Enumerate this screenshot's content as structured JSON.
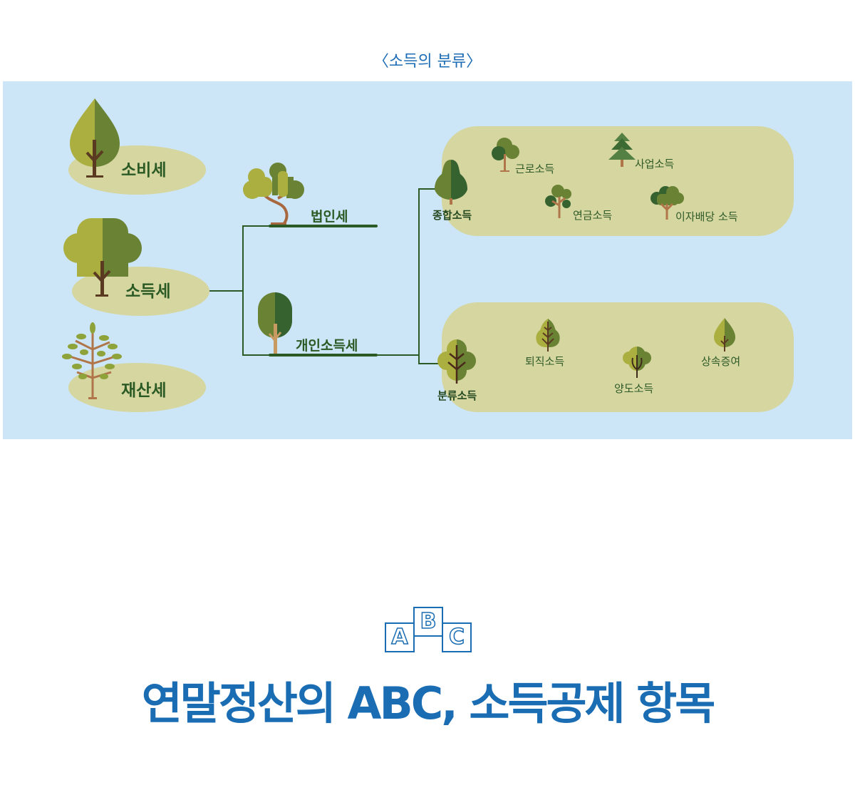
{
  "caption": "〈소득의 분류〉",
  "taxes": {
    "consumption": "소비세",
    "income": "소득세",
    "property": "재산세"
  },
  "income_tax_branches": {
    "corporate": "법인세",
    "personal": "개인소득세"
  },
  "personal_branches": {
    "comprehensive": {
      "label": "종합소득",
      "items": [
        "근로소득",
        "사업소득",
        "연금소득",
        "이자배당 소득"
      ]
    },
    "separate": {
      "label": "분류소득",
      "items": [
        "퇴직소득",
        "양도소득",
        "상속증여"
      ]
    }
  },
  "abc_icon": {
    "letters": [
      "A",
      "B",
      "C"
    ]
  },
  "title": "연말정산의 ABC, 소득공제 항목",
  "colors": {
    "accent": "#1a6cb3",
    "panel": "#cce6f7",
    "ground": "#d5d6a0",
    "dark_green": "#2b5a24"
  }
}
